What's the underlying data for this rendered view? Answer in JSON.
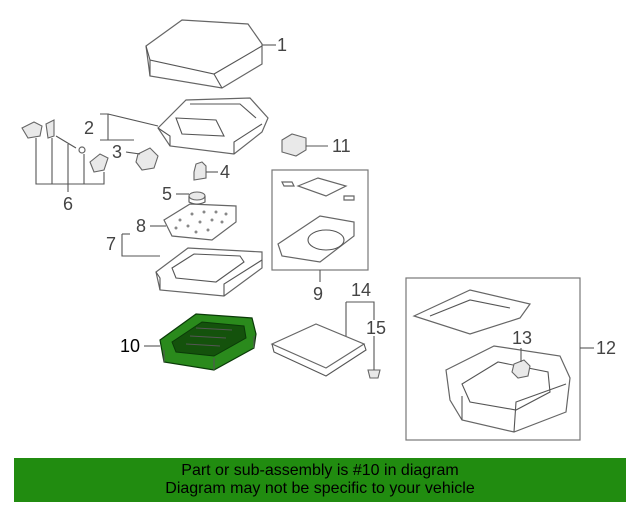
{
  "callouts": {
    "c1": "1",
    "c2": "2",
    "c3": "3",
    "c4": "4",
    "c5": "5",
    "c6": "6",
    "c7": "7",
    "c8": "8",
    "c9": "9",
    "c10": "10",
    "c11": "11",
    "c12": "12",
    "c13": "13",
    "c14": "14",
    "c15": "15"
  },
  "highlighted_part": "10",
  "colors": {
    "highlight": "#2a8a1c",
    "banner": "#218c10"
  },
  "banner": {
    "line1": "Part or sub-assembly is #10 in diagram",
    "line2": "Diagram may not be specific to your vehicle"
  }
}
